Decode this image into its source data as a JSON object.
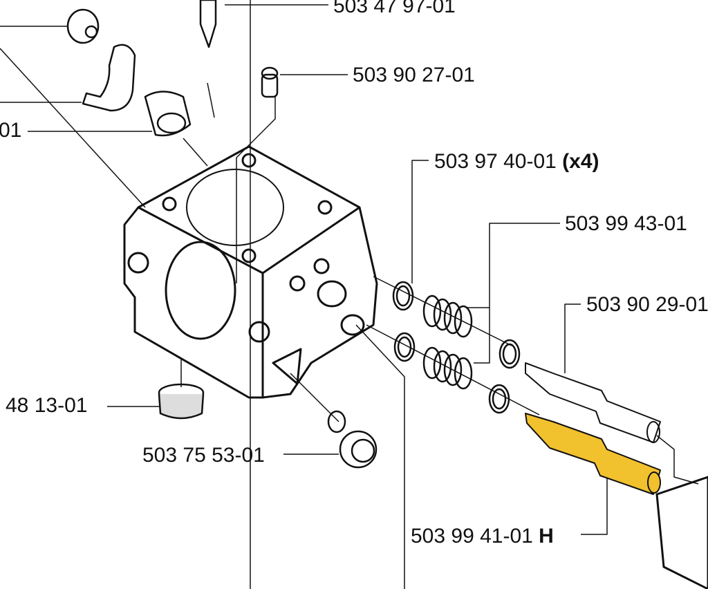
{
  "labels": {
    "needle": "503 47 97-01",
    "jet": "503 90 27-01",
    "bushing_partial": "01",
    "washer": "503 97 40-01",
    "washer_qty": "(x4)",
    "spring": "503 99 43-01",
    "l_needle": "503 90 29-01",
    "screen_partial": "48 13-01",
    "screw": "503 75 53-01",
    "h_needle": "503 99 41-01",
    "h_marker": "H"
  },
  "colors": {
    "highlight": "#f2c12e",
    "line": "#111111"
  }
}
